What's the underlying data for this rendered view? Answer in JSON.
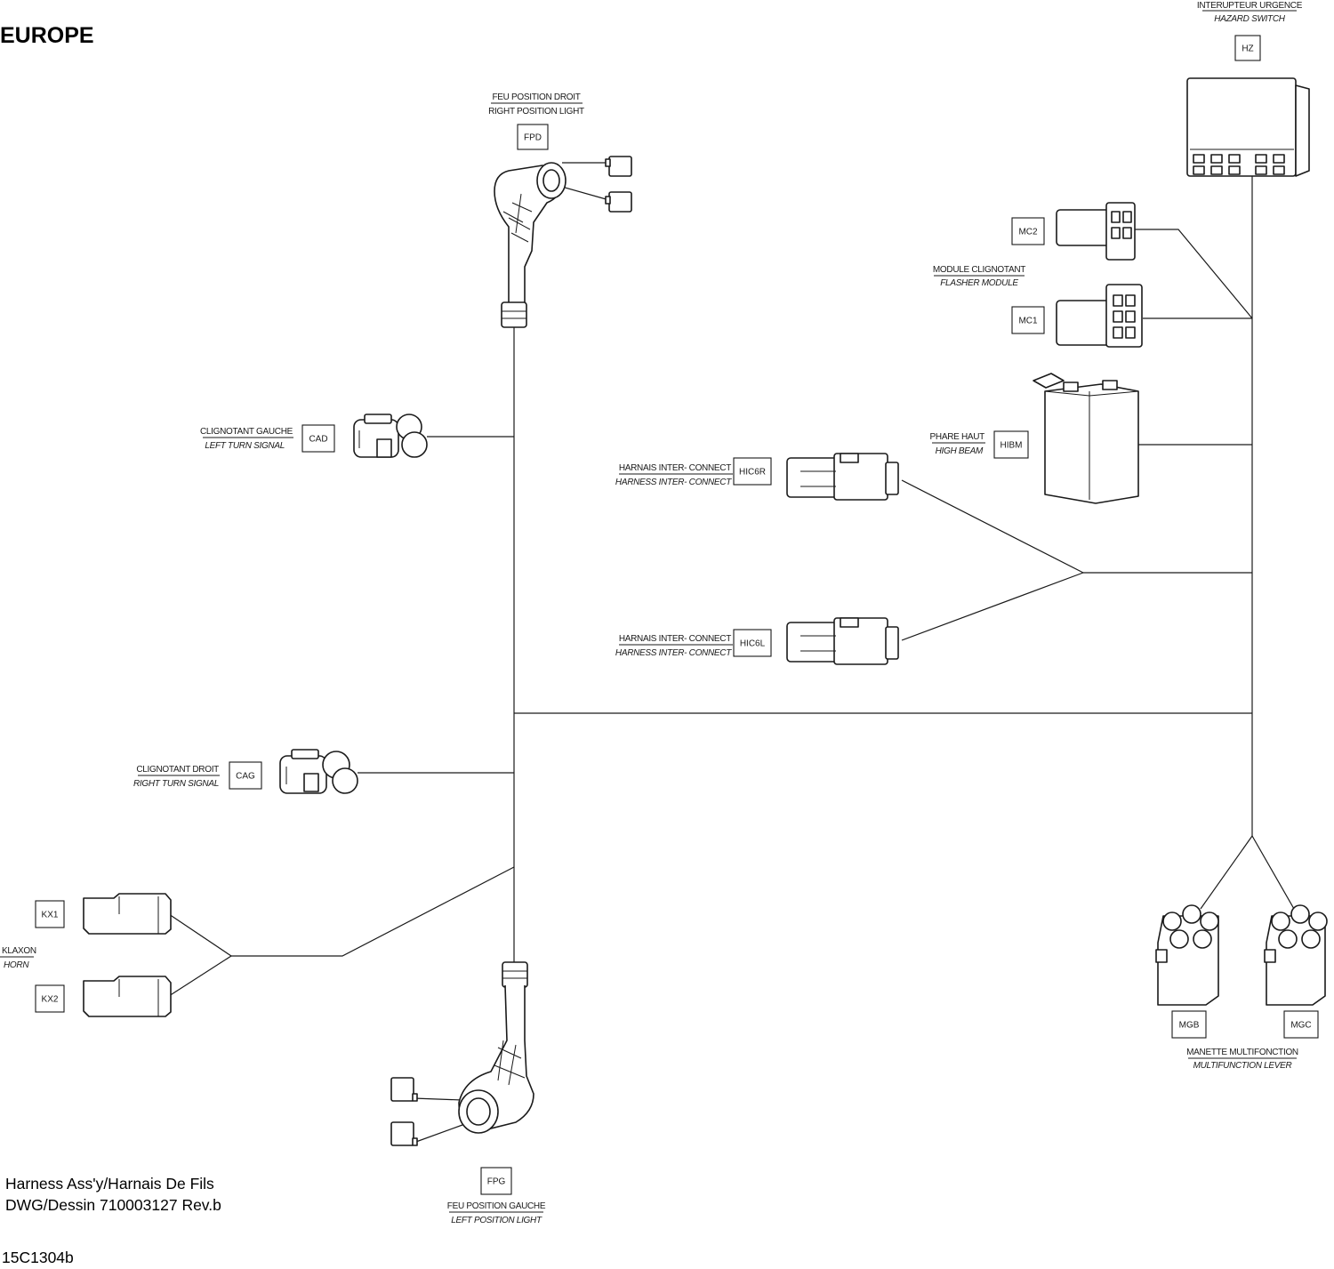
{
  "page": {
    "region": "EUROPE",
    "footer_line1": "Harness Ass'y/Harnais De Fils",
    "footer_line2": "DWG/Dessin 710003127 Rev.b",
    "ref_code": "15C1304b"
  },
  "components": {
    "hz": {
      "code": "HZ",
      "label_fr": "INTERUPTEUR URGENCE",
      "label_en": "HAZARD SWITCH"
    },
    "fpd": {
      "code": "FPD",
      "label_fr": "FEU POSITION DROIT",
      "label_en": "RIGHT POSITION LIGHT"
    },
    "mc2": {
      "code": "MC2"
    },
    "mc1": {
      "code": "MC1"
    },
    "flasher": {
      "label_fr": "MODULE CLIGNOTANT",
      "label_en": "FLASHER MODULE"
    },
    "cad": {
      "code": "CAD",
      "label_fr": "CLIGNOTANT GAUCHE",
      "label_en": "LEFT TURN SIGNAL"
    },
    "hibm": {
      "code": "HIBM",
      "label_fr": "PHARE HAUT",
      "label_en": "HIGH BEAM"
    },
    "hic6r": {
      "code": "HIC6R",
      "label_fr": "HARNAIS INTER-  CONNECT",
      "label_en": "HARNESS INTER-  CONNECT"
    },
    "hic6l": {
      "code": "HIC6L",
      "label_fr": "HARNAIS INTER-  CONNECT",
      "label_en": "HARNESS INTER-  CONNECT"
    },
    "cag": {
      "code": "CAG",
      "label_fr": "CLIGNOTANT DROIT",
      "label_en": "RIGHT TURN SIGNAL"
    },
    "kx1": {
      "code": "KX1"
    },
    "kx2": {
      "code": "KX2"
    },
    "horn": {
      "label_fr": "KLAXON",
      "label_en": "HORN"
    },
    "mgb": {
      "code": "MGB"
    },
    "mgc": {
      "code": "MGC"
    },
    "lever": {
      "label_fr": "MANETTE MULTIFONCTION",
      "label_en": "MULTIFUNCTION LEVER"
    },
    "fpg": {
      "code": "FPG",
      "label_fr": "FEU POSITION GAUCHE",
      "label_en": "LEFT POSITION LIGHT"
    }
  }
}
